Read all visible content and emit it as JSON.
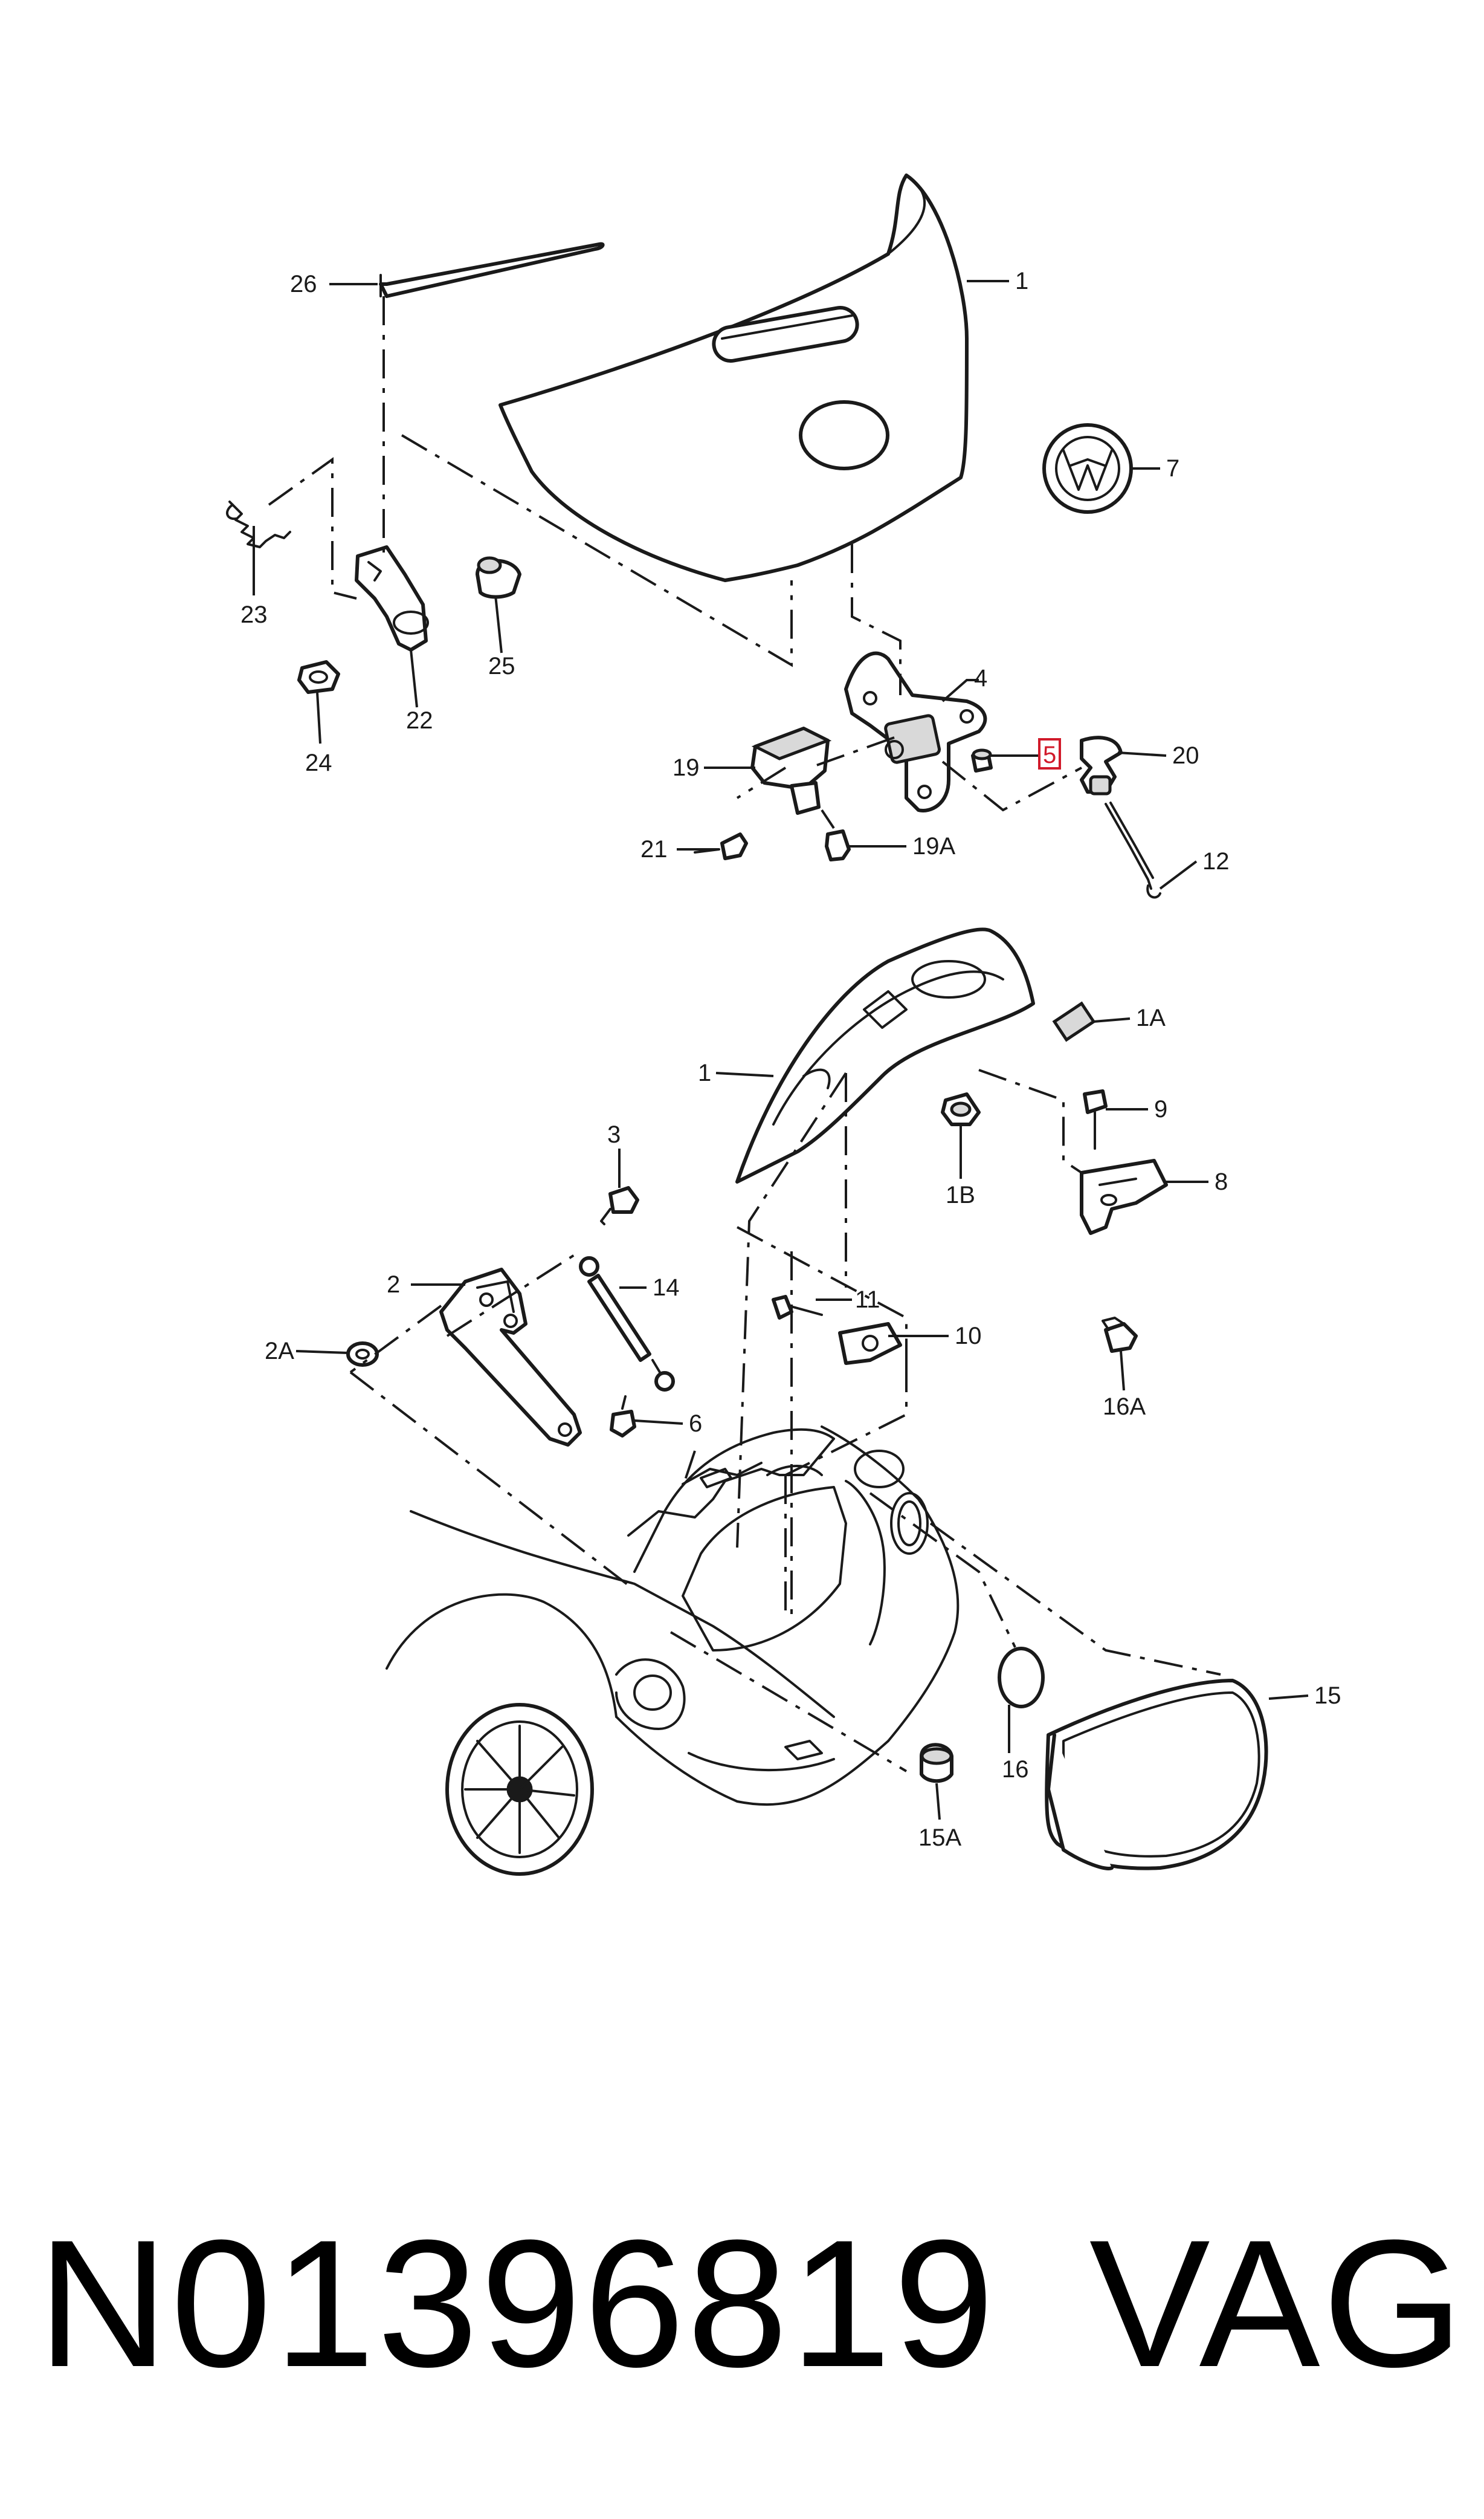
{
  "callouts": {
    "c1_top": "1",
    "c1_mid": "1",
    "c1A": "1A",
    "c1B": "1B",
    "c2": "2",
    "c2A": "2A",
    "c3": "3",
    "c4": "4",
    "c5": "5",
    "c6": "6",
    "c7": "7",
    "c8": "8",
    "c9": "9",
    "c10": "10",
    "c11": "11",
    "c12": "12",
    "c14": "14",
    "c15": "15",
    "c15A": "15A",
    "c16": "16",
    "c16A": "16A",
    "c19": "19",
    "c19A": "19A",
    "c20": "20",
    "c21": "21",
    "c22": "22",
    "c23": "23",
    "c24": "24",
    "c25": "25",
    "c26": "26"
  },
  "footer": {
    "part_number": "N01396819",
    "brand": "VAG"
  },
  "colors": {
    "highlight": "#d11a2a",
    "line": "#1a1a1a"
  }
}
